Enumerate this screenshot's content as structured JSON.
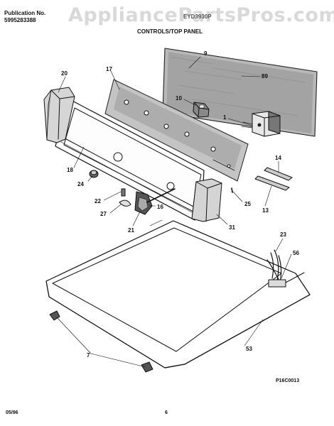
{
  "header": {
    "publication_label": "Publication No.",
    "publication_number": "5995283388",
    "watermark": "AppliancePartsPros.com",
    "model_number": "EYD3930P",
    "section_title": "CONTROLS/TOP PANEL"
  },
  "footer": {
    "date": "05/96",
    "page_number": "6",
    "figure_code": "P16C0013"
  },
  "callouts": {
    "c9": "9",
    "c89": "89",
    "c20": "20",
    "c17": "17",
    "c10": "10",
    "c1": "1",
    "c14": "14",
    "c18": "18",
    "c24": "24",
    "c22": "22",
    "c27": "27",
    "c16": "16",
    "c25": "25",
    "c13": "13",
    "c21": "21",
    "c31": "31",
    "c23": "23",
    "c56": "56",
    "c53": "53",
    "c7": "7"
  }
}
